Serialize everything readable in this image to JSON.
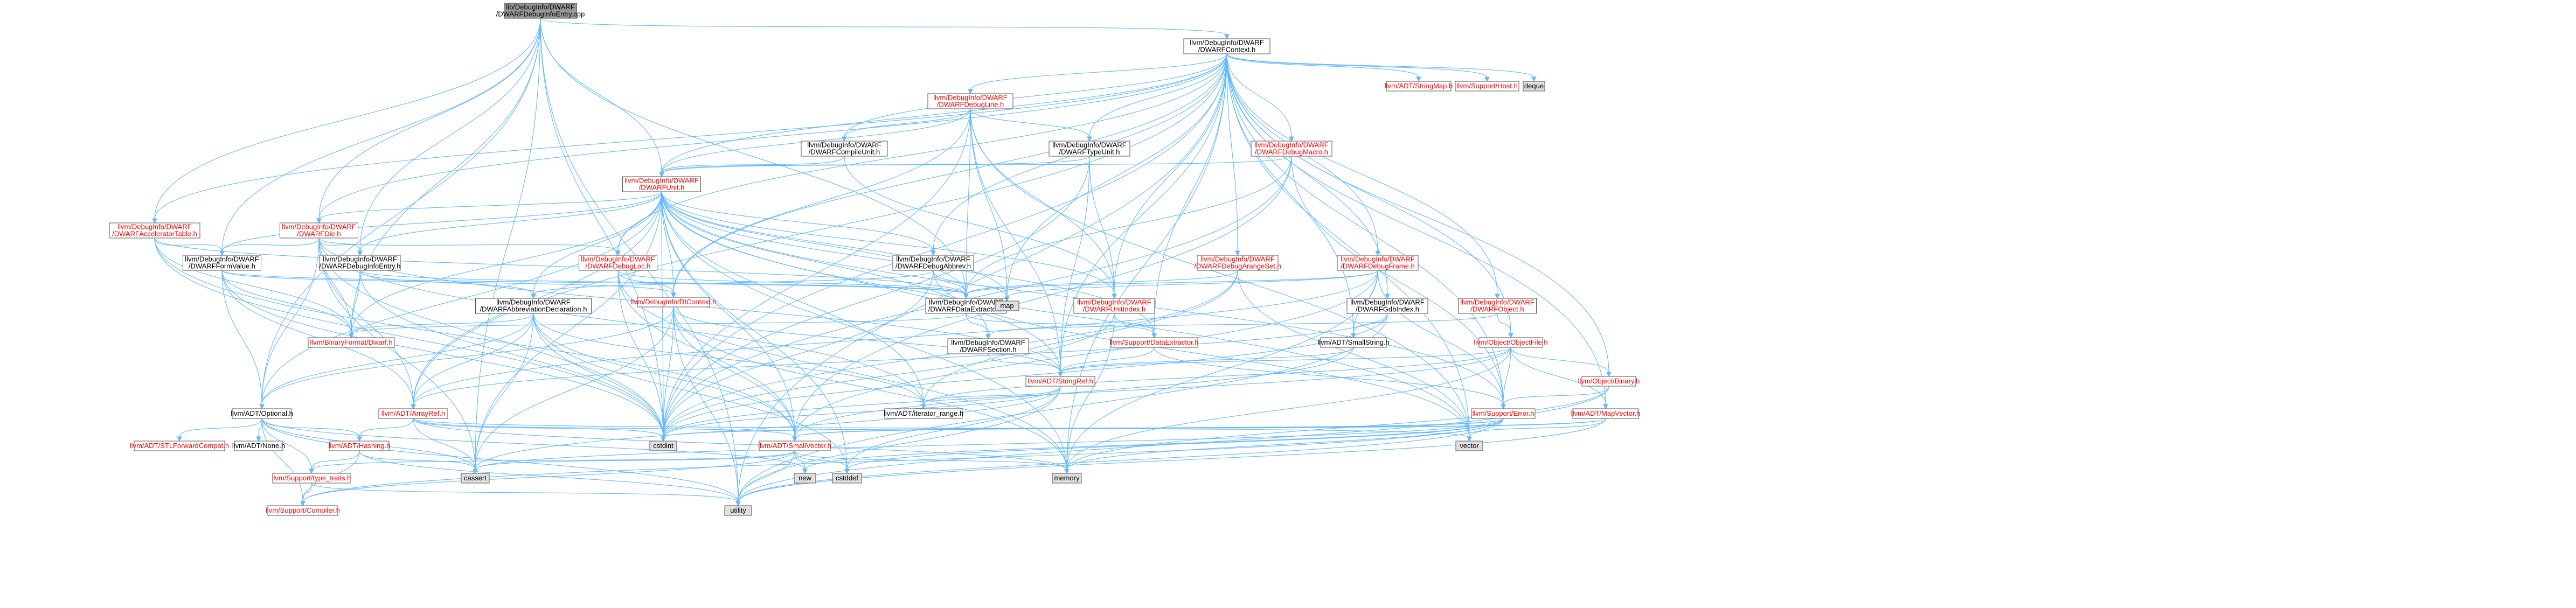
{
  "graph": {
    "colors": {
      "root_fill": "#999999",
      "doc_fill": "#ffffff",
      "nodoc_fill": "#e0e0e0",
      "border": "#555555",
      "doc_text": "#000000",
      "missing_text": "#ff0000",
      "edge": "#63b8ff"
    },
    "nodes": [
      {
        "id": "n0",
        "lines": [
          "lib/DebugInfo/DWARF",
          "/DWARFDebugInfoEntry.cpp"
        ],
        "style": "root"
      },
      {
        "id": "n1",
        "lines": [
          "llvm/DebugInfo/DWARF",
          "/DWARFContext.h"
        ],
        "style": "doc"
      },
      {
        "id": "n2",
        "lines": [
          "llvm/ADT/StringMap.h"
        ],
        "style": "missing"
      },
      {
        "id": "n3",
        "lines": [
          "llvm/Support/Host.h"
        ],
        "style": "missing"
      },
      {
        "id": "n4",
        "lines": [
          "deque"
        ],
        "style": "nodoc"
      },
      {
        "id": "n5",
        "lines": [
          "llvm/DebugInfo/DWARF",
          "/DWARFDebugLine.h"
        ],
        "style": "missing"
      },
      {
        "id": "n6",
        "lines": [
          "llvm/DebugInfo/DWARF",
          "/DWARFCompileUnit.h"
        ],
        "style": "doc"
      },
      {
        "id": "n7",
        "lines": [
          "llvm/DebugInfo/DWARF",
          "/DWARFTypeUnit.h"
        ],
        "style": "doc"
      },
      {
        "id": "n8",
        "lines": [
          "llvm/DebugInfo/DWARF",
          "/DWARFDebugMacro.h"
        ],
        "style": "missing"
      },
      {
        "id": "n9",
        "lines": [
          "llvm/DebugInfo/DWARF",
          "/DWARFUnit.h"
        ],
        "style": "missing"
      },
      {
        "id": "n10",
        "lines": [
          "llvm/DebugInfo/DWARF",
          "/DWARFAcceleratorTable.h"
        ],
        "style": "missing"
      },
      {
        "id": "n11",
        "lines": [
          "llvm/DebugInfo/DWARF",
          "/DWARFDie.h"
        ],
        "style": "missing"
      },
      {
        "id": "n12",
        "lines": [
          "llvm/DebugInfo/DWARF",
          "/DWARFFormValue.h"
        ],
        "style": "doc"
      },
      {
        "id": "n13",
        "lines": [
          "llvm/DebugInfo/DWARF",
          "/DWARFDebugInfoEntry.h"
        ],
        "style": "doc"
      },
      {
        "id": "n14",
        "lines": [
          "llvm/DebugInfo/DWARF",
          "/DWARFDebugLoc.h"
        ],
        "style": "missing"
      },
      {
        "id": "n15",
        "lines": [
          "llvm/DebugInfo/DWARF",
          "/DWARFDebugAbbrev.h"
        ],
        "style": "doc"
      },
      {
        "id": "n16",
        "lines": [
          "llvm/DebugInfo/DWARF",
          "/DWARFDebugArangeSet.h"
        ],
        "style": "missing"
      },
      {
        "id": "n17",
        "lines": [
          "llvm/DebugInfo/DWARF",
          "/DWARFDebugFrame.h"
        ],
        "style": "missing"
      },
      {
        "id": "n18",
        "lines": [
          "llvm/DebugInfo/DWARF",
          "/DWARFGdbIndex.h"
        ],
        "style": "doc"
      },
      {
        "id": "n19",
        "lines": [
          "llvm/DebugInfo/DWARF",
          "/DWARFObject.h"
        ],
        "style": "missing"
      },
      {
        "id": "n20",
        "lines": [
          "llvm/DebugInfo/DWARF",
          "/DWARFAbbreviationDeclaration.h"
        ],
        "style": "doc"
      },
      {
        "id": "n21",
        "lines": [
          "llvm/DebugInfo/DWARF",
          "/DWARFDataExtractor.h"
        ],
        "style": "doc"
      },
      {
        "id": "n22",
        "lines": [
          "llvm/DebugInfo/DWARF",
          "/DWARFUnitIndex.h"
        ],
        "style": "missing"
      },
      {
        "id": "n23",
        "lines": [
          "llvm/DebugInfo/DIContext.h"
        ],
        "style": "missing"
      },
      {
        "id": "n24",
        "lines": [
          "llvm/BinaryFormat/Dwarf.h"
        ],
        "style": "missing"
      },
      {
        "id": "n25",
        "lines": [
          "llvm/DebugInfo/DWARF",
          "/DWARFSection.h"
        ],
        "style": "doc"
      },
      {
        "id": "n26",
        "lines": [
          "llvm/Support/DataExtractor.h"
        ],
        "style": "missing"
      },
      {
        "id": "n27",
        "lines": [
          "llvm/ADT/SmallString.h"
        ],
        "style": "doc"
      },
      {
        "id": "n28",
        "lines": [
          "llvm/Object/ObjectFile.h"
        ],
        "style": "missing"
      },
      {
        "id": "n29",
        "lines": [
          "llvm/Object/Binary.h"
        ],
        "style": "missing"
      },
      {
        "id": "n30",
        "lines": [
          "llvm/ADT/StringRef.h"
        ],
        "style": "missing"
      },
      {
        "id": "n31",
        "lines": [
          "llvm/ADT/ArrayRef.h"
        ],
        "style": "missing"
      },
      {
        "id": "n32",
        "lines": [
          "llvm/ADT/iterator_range.h"
        ],
        "style": "doc"
      },
      {
        "id": "n33",
        "lines": [
          "llvm/Support/Error.h"
        ],
        "style": "missing"
      },
      {
        "id": "n34",
        "lines": [
          "llvm/ADT/MapVector.h"
        ],
        "style": "missing"
      },
      {
        "id": "n35",
        "lines": [
          "llvm/ADT/Optional.h"
        ],
        "style": "doc"
      },
      {
        "id": "n36",
        "lines": [
          "llvm/ADT/STLForwardCompat.h"
        ],
        "style": "missing"
      },
      {
        "id": "n37",
        "lines": [
          "llvm/ADT/None.h"
        ],
        "style": "doc"
      },
      {
        "id": "n38",
        "lines": [
          "llvm/ADT/Hashing.h"
        ],
        "style": "missing"
      },
      {
        "id": "n39",
        "lines": [
          "llvm/ADT/SmallVector.h"
        ],
        "style": "missing"
      },
      {
        "id": "n40",
        "lines": [
          "llvm/Support/type_traits.h"
        ],
        "style": "missing"
      },
      {
        "id": "n41",
        "lines": [
          "llvm/Support/Compiler.h"
        ],
        "style": "missing"
      },
      {
        "id": "n42",
        "lines": [
          "map"
        ],
        "style": "nodoc"
      },
      {
        "id": "n43",
        "lines": [
          "cstdint"
        ],
        "style": "nodoc"
      },
      {
        "id": "n44",
        "lines": [
          "vector"
        ],
        "style": "nodoc"
      },
      {
        "id": "n45",
        "lines": [
          "cassert"
        ],
        "style": "nodoc"
      },
      {
        "id": "n46",
        "lines": [
          "new"
        ],
        "style": "nodoc"
      },
      {
        "id": "n47",
        "lines": [
          "cstddef"
        ],
        "style": "nodoc"
      },
      {
        "id": "n48",
        "lines": [
          "memory"
        ],
        "style": "nodoc"
      },
      {
        "id": "n49",
        "lines": [
          "utility"
        ],
        "style": "nodoc"
      }
    ],
    "edges": [
      [
        "n0",
        "n1"
      ],
      [
        "n0",
        "n9"
      ],
      [
        "n0",
        "n10"
      ],
      [
        "n0",
        "n11"
      ],
      [
        "n0",
        "n12"
      ],
      [
        "n0",
        "n13"
      ],
      [
        "n0",
        "n21"
      ],
      [
        "n0",
        "n24"
      ],
      [
        "n0",
        "n35"
      ],
      [
        "n0",
        "n43"
      ],
      [
        "n0",
        "n45"
      ],
      [
        "n0",
        "n49"
      ],
      [
        "n1",
        "n2"
      ],
      [
        "n1",
        "n3"
      ],
      [
        "n1",
        "n4"
      ],
      [
        "n1",
        "n5"
      ],
      [
        "n1",
        "n6"
      ],
      [
        "n1",
        "n7"
      ],
      [
        "n1",
        "n8"
      ],
      [
        "n1",
        "n9"
      ],
      [
        "n1",
        "n10"
      ],
      [
        "n1",
        "n11"
      ],
      [
        "n1",
        "n14"
      ],
      [
        "n1",
        "n15"
      ],
      [
        "n1",
        "n16"
      ],
      [
        "n1",
        "n17"
      ],
      [
        "n1",
        "n18"
      ],
      [
        "n1",
        "n19"
      ],
      [
        "n1",
        "n22"
      ],
      [
        "n1",
        "n23"
      ],
      [
        "n1",
        "n26"
      ],
      [
        "n1",
        "n27"
      ],
      [
        "n1",
        "n28"
      ],
      [
        "n1",
        "n29"
      ],
      [
        "n1",
        "n30"
      ],
      [
        "n1",
        "n31"
      ],
      [
        "n1",
        "n33"
      ],
      [
        "n1",
        "n34"
      ],
      [
        "n1",
        "n42"
      ],
      [
        "n1",
        "n43"
      ],
      [
        "n1",
        "n44"
      ],
      [
        "n1",
        "n48"
      ],
      [
        "n1",
        "n49"
      ],
      [
        "n5",
        "n6"
      ],
      [
        "n5",
        "n7"
      ],
      [
        "n5",
        "n9"
      ],
      [
        "n5",
        "n21"
      ],
      [
        "n5",
        "n22"
      ],
      [
        "n5",
        "n23"
      ],
      [
        "n5",
        "n30"
      ],
      [
        "n5",
        "n42"
      ],
      [
        "n5",
        "n43"
      ],
      [
        "n5",
        "n44"
      ],
      [
        "n6",
        "n9"
      ],
      [
        "n6",
        "n22"
      ],
      [
        "n7",
        "n9"
      ],
      [
        "n7",
        "n22"
      ],
      [
        "n7",
        "n30"
      ],
      [
        "n7",
        "n43"
      ],
      [
        "n8",
        "n9"
      ],
      [
        "n8",
        "n21"
      ],
      [
        "n8",
        "n33"
      ],
      [
        "n8",
        "n39"
      ],
      [
        "n8",
        "n43"
      ],
      [
        "n9",
        "n11"
      ],
      [
        "n9",
        "n12"
      ],
      [
        "n9",
        "n13"
      ],
      [
        "n9",
        "n14"
      ],
      [
        "n9",
        "n15"
      ],
      [
        "n9",
        "n20"
      ],
      [
        "n9",
        "n21"
      ],
      [
        "n9",
        "n22"
      ],
      [
        "n9",
        "n23"
      ],
      [
        "n9",
        "n24"
      ],
      [
        "n9",
        "n25"
      ],
      [
        "n9",
        "n26"
      ],
      [
        "n9",
        "n30"
      ],
      [
        "n9",
        "n31"
      ],
      [
        "n9",
        "n32"
      ],
      [
        "n9",
        "n33"
      ],
      [
        "n9",
        "n35"
      ],
      [
        "n9",
        "n39"
      ],
      [
        "n9",
        "n42"
      ],
      [
        "n9",
        "n43"
      ],
      [
        "n9",
        "n44"
      ],
      [
        "n9",
        "n45"
      ],
      [
        "n9",
        "n47"
      ],
      [
        "n9",
        "n48"
      ],
      [
        "n10",
        "n12"
      ],
      [
        "n10",
        "n21"
      ],
      [
        "n10",
        "n24"
      ],
      [
        "n10",
        "n39"
      ],
      [
        "n10",
        "n43"
      ],
      [
        "n11",
        "n12"
      ],
      [
        "n11",
        "n13"
      ],
      [
        "n11",
        "n14"
      ],
      [
        "n11",
        "n24"
      ],
      [
        "n11",
        "n30"
      ],
      [
        "n11",
        "n31"
      ],
      [
        "n11",
        "n32"
      ],
      [
        "n11",
        "n35"
      ],
      [
        "n11",
        "n43"
      ],
      [
        "n11",
        "n45"
      ],
      [
        "n12",
        "n21"
      ],
      [
        "n12",
        "n23"
      ],
      [
        "n12",
        "n24"
      ],
      [
        "n12",
        "n31"
      ],
      [
        "n12",
        "n35"
      ],
      [
        "n12",
        "n43"
      ],
      [
        "n13",
        "n20"
      ],
      [
        "n13",
        "n21"
      ],
      [
        "n13",
        "n24"
      ],
      [
        "n13",
        "n43"
      ],
      [
        "n14",
        "n21"
      ],
      [
        "n14",
        "n23"
      ],
      [
        "n14",
        "n39"
      ],
      [
        "n14",
        "n43"
      ],
      [
        "n14",
        "n48"
      ],
      [
        "n15",
        "n20"
      ],
      [
        "n15",
        "n21"
      ],
      [
        "n15",
        "n42"
      ],
      [
        "n15",
        "n43"
      ],
      [
        "n15",
        "n44"
      ],
      [
        "n16",
        "n21"
      ],
      [
        "n16",
        "n32"
      ],
      [
        "n16",
        "n43"
      ],
      [
        "n16",
        "n44"
      ],
      [
        "n17",
        "n21"
      ],
      [
        "n17",
        "n27"
      ],
      [
        "n17",
        "n31"
      ],
      [
        "n17",
        "n33"
      ],
      [
        "n17",
        "n39"
      ],
      [
        "n17",
        "n42"
      ],
      [
        "n17",
        "n48"
      ],
      [
        "n18",
        "n27"
      ],
      [
        "n18",
        "n31"
      ],
      [
        "n18",
        "n43"
      ],
      [
        "n18",
        "n49"
      ],
      [
        "n19",
        "n25"
      ],
      [
        "n19",
        "n28"
      ],
      [
        "n20",
        "n24"
      ],
      [
        "n20",
        "n31"
      ],
      [
        "n20",
        "n35"
      ],
      [
        "n20",
        "n39"
      ],
      [
        "n20",
        "n32"
      ],
      [
        "n20",
        "n43"
      ],
      [
        "n20",
        "n45"
      ],
      [
        "n20",
        "n47"
      ],
      [
        "n21",
        "n25"
      ],
      [
        "n21",
        "n26"
      ],
      [
        "n21",
        "n24"
      ],
      [
        "n22",
        "n26"
      ],
      [
        "n22",
        "n43"
      ],
      [
        "n22",
        "n48"
      ],
      [
        "n23",
        "n30"
      ],
      [
        "n23",
        "n39"
      ],
      [
        "n23",
        "n35"
      ],
      [
        "n23",
        "n43"
      ],
      [
        "n23",
        "n45"
      ],
      [
        "n23",
        "n48"
      ],
      [
        "n23",
        "n49"
      ],
      [
        "n25",
        "n30"
      ],
      [
        "n26",
        "n30"
      ],
      [
        "n26",
        "n33"
      ],
      [
        "n27",
        "n30"
      ],
      [
        "n27",
        "n39"
      ],
      [
        "n28",
        "n29"
      ],
      [
        "n28",
        "n30"
      ],
      [
        "n28",
        "n33"
      ],
      [
        "n28",
        "n32"
      ],
      [
        "n28",
        "n34"
      ],
      [
        "n28",
        "n43"
      ],
      [
        "n28",
        "n48"
      ],
      [
        "n29",
        "n33"
      ],
      [
        "n29",
        "n48"
      ],
      [
        "n29",
        "n49"
      ],
      [
        "n30",
        "n32"
      ],
      [
        "n30",
        "n43"
      ],
      [
        "n30",
        "n45"
      ],
      [
        "n30",
        "n47"
      ],
      [
        "n30",
        "n49"
      ],
      [
        "n31",
        "n38"
      ],
      [
        "n31",
        "n39"
      ],
      [
        "n31",
        "n44"
      ],
      [
        "n31",
        "n43"
      ],
      [
        "n31",
        "n45"
      ],
      [
        "n31",
        "n48"
      ],
      [
        "n33",
        "n39"
      ],
      [
        "n33",
        "n41"
      ],
      [
        "n33",
        "n43"
      ],
      [
        "n33",
        "n45"
      ],
      [
        "n33",
        "n46"
      ],
      [
        "n33",
        "n48"
      ],
      [
        "n33",
        "n49"
      ],
      [
        "n33",
        "n47"
      ],
      [
        "n34",
        "n39"
      ],
      [
        "n34",
        "n44"
      ],
      [
        "n34",
        "n43"
      ],
      [
        "n34",
        "n49"
      ],
      [
        "n35",
        "n36"
      ],
      [
        "n35",
        "n37"
      ],
      [
        "n35",
        "n38"
      ],
      [
        "n35",
        "n40"
      ],
      [
        "n35",
        "n41"
      ],
      [
        "n35",
        "n45"
      ],
      [
        "n35",
        "n46"
      ],
      [
        "n35",
        "n49"
      ],
      [
        "n38",
        "n40"
      ],
      [
        "n38",
        "n41"
      ],
      [
        "n38",
        "n45"
      ],
      [
        "n38",
        "n49"
      ],
      [
        "n39",
        "n40"
      ],
      [
        "n39",
        "n41"
      ],
      [
        "n39",
        "n45"
      ],
      [
        "n39",
        "n46"
      ],
      [
        "n39",
        "n47"
      ],
      [
        "n39",
        "n48"
      ],
      [
        "n39",
        "n49"
      ],
      [
        "n40",
        "n41"
      ],
      [
        "n40",
        "n49"
      ]
    ]
  }
}
